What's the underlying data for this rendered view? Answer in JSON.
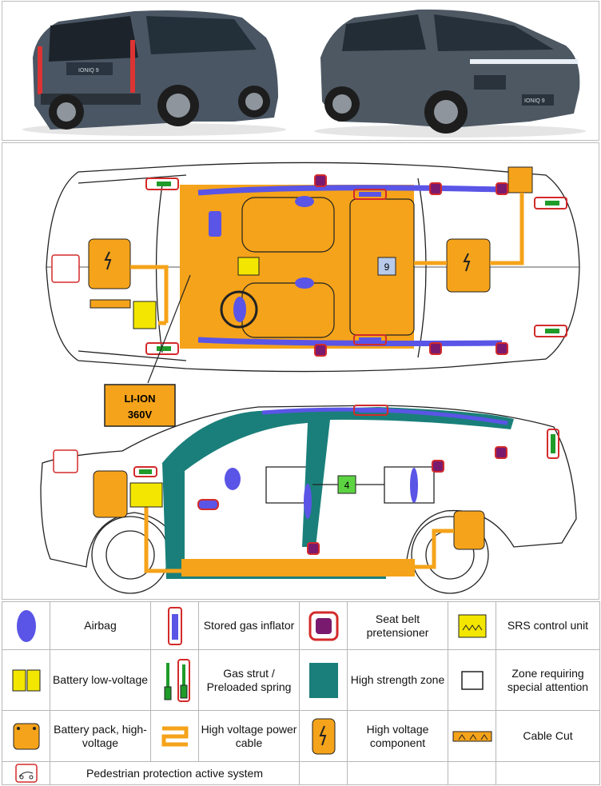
{
  "photos": {
    "rear_badge": "IONIQ 9",
    "front_badge": "IONIQ 9"
  },
  "diagram": {
    "battery_label_line1": "LI-ION",
    "battery_label_line2": "360V",
    "zone_marker_top": "9",
    "zone_marker_side": "4"
  },
  "colors": {
    "orange": "#f5a31a",
    "teal": "#1a7f7a",
    "airbag_blue": "#5a55e6",
    "red": "#d32a2a",
    "green": "#1f9b2a",
    "purple": "#7a1a6e",
    "yellow": "#f3e600",
    "zone_fill": "#b9cbea"
  },
  "legend": {
    "airbag": "Airbag",
    "stored_gas_inflator": "Stored gas inflator",
    "seat_belt_pretensioner": "Seat belt pretensioner",
    "srs_control_unit": "SRS control unit",
    "battery_low_voltage": "Battery low-voltage",
    "gas_strut": "Gas strut / Preloaded spring",
    "high_strength_zone": "High strength zone",
    "zone_special_attention": "Zone requiring special attention",
    "battery_pack_hv": "Battery pack, high-voltage",
    "hv_power_cable": "High voltage power cable",
    "hv_component": "High voltage component",
    "cable_cut": "Cable Cut",
    "pedestrian_protection": "Pedestrian protection active system"
  }
}
